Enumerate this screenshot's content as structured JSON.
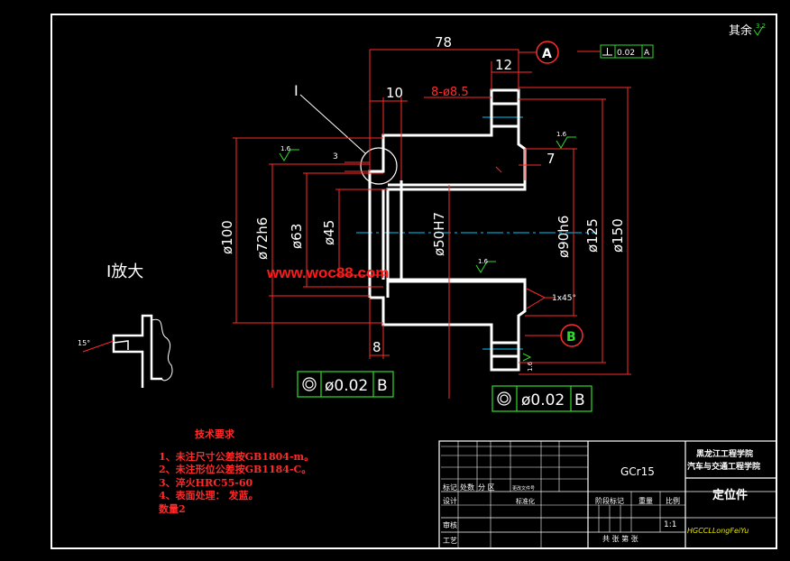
{
  "title_block": {
    "corner_label": "其余",
    "corner_ra": "3.2",
    "material": "GCr15",
    "school_line1": "黑龙江工程学院",
    "school_line2": "汽车与交通工程学院",
    "part_name": "定位件",
    "scale": "1:1",
    "designer": "HGCCLLongFeiYu",
    "cells": {
      "row1": [
        "标记",
        "处数",
        "分  区",
        "更改文件号"
      ],
      "design": "设计",
      "std": "标准化",
      "stage": "阶段标记",
      "weight": "重量",
      "scale_lbl": "比例",
      "review": "审核",
      "craft": "工艺",
      "sheets": "共 张  第 张"
    }
  },
  "dimensions": {
    "d78": "78",
    "d12": "12",
    "d10": "10",
    "holes": "8-ø8.5",
    "d7": "7",
    "d3": "3",
    "d8": "8",
    "dia100": "ø100",
    "dia72": "ø72h6",
    "dia63": "ø63",
    "dia45": "ø45",
    "dia50": "ø50H7",
    "dia90": "ø90h6",
    "dia125": "ø125",
    "dia150": "ø150",
    "chamfer": "1x45°",
    "ra16": "1.6",
    "ang15": "15°",
    "detail_mark": "I",
    "detail_title": "I放大"
  },
  "datums": {
    "a": "A",
    "b": "B"
  },
  "tolerances": {
    "perp_value": "0.02",
    "perp_ref": "A",
    "conc1_value": "ø0.02",
    "conc1_ref": "B",
    "conc2_value": "ø0.02",
    "conc2_ref": "B"
  },
  "notes": {
    "heading": "技术要求",
    "items": [
      "1、未注尺寸公差按GB1804-m。",
      "2、未注形位公差按GB1184-C。",
      "3、淬火HRC55-60",
      "4、表面处理： 发蓝。",
      "数量2"
    ]
  },
  "watermark": "www.woc88.com",
  "colors": {
    "dimension": "#ff2a2a",
    "outline": "#ffffff",
    "datum": "#2ddc2d",
    "centerline": "#00c8ff"
  }
}
